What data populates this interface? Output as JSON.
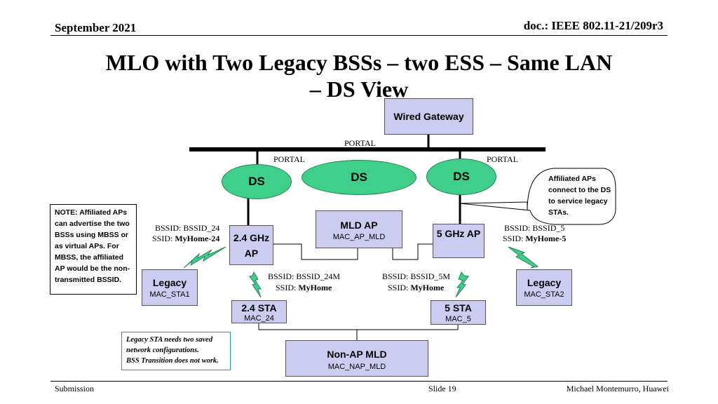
{
  "header": {
    "date": "September 2021",
    "doc": "doc.: IEEE 802.11-21/209r3"
  },
  "title": {
    "line1": "MLO with Two Legacy BSSs – two ESS –  Same LAN",
    "line2": "– DS View"
  },
  "gateway": "Wired Gateway",
  "portal": {
    "top": "PORTAL",
    "left": "PORTAL",
    "right": "PORTAL"
  },
  "ds": {
    "left": "DS",
    "center": "DS",
    "right": "DS"
  },
  "mld_ap": {
    "name": "MLD AP",
    "mac": "MAC_AP_MLD"
  },
  "ap24": {
    "name": "2.4 GHz AP",
    "bssid": "BSSID: BSSID_24",
    "ssid_label": "SSID: ",
    "ssid": "MyHome-24"
  },
  "ap5": {
    "name": "5 GHz AP",
    "bssid": "BSSID: BSSID_5",
    "ssid_label": "SSID: ",
    "ssid": "MyHome-5"
  },
  "link24": {
    "bssid": "BSSID: BSSID_24M",
    "ssid_label": "SSID: ",
    "ssid": "MyHome"
  },
  "link5": {
    "bssid": "BSSID: BSSID_5M",
    "ssid_label": "SSID: ",
    "ssid": "MyHome"
  },
  "legacy1": {
    "name": "Legacy",
    "mac": "MAC_STA1"
  },
  "legacy2": {
    "name": "Legacy",
    "mac": "MAC_STA2"
  },
  "sta24": {
    "name": "2.4 STA",
    "mac": "MAC_24"
  },
  "sta5": {
    "name": "5 STA",
    "mac": "MAC_5"
  },
  "nonap": {
    "name": "Non-AP MLD",
    "mac": "MAC_NAP_MLD"
  },
  "note": "NOTE: Affiliated APs can advertise the two BSSs using MBSS or as virtual APs. For MBSS, the affiliated AP would be the non-transmitted BSSID.",
  "callout": "Affiliated APs connect to the DS to service legacy STAs.",
  "legacy_note": {
    "line1": "Legacy STA needs two saved network configurations.",
    "line2": "BSS Transition does not work."
  },
  "footer": {
    "left": "Submission",
    "center": "Slide 19",
    "right": "Michael Montemurro, Huawei"
  },
  "colors": {
    "box": "#ccccf0",
    "ds": "#3fcf8a",
    "bolt": "#3fcf8a"
  }
}
